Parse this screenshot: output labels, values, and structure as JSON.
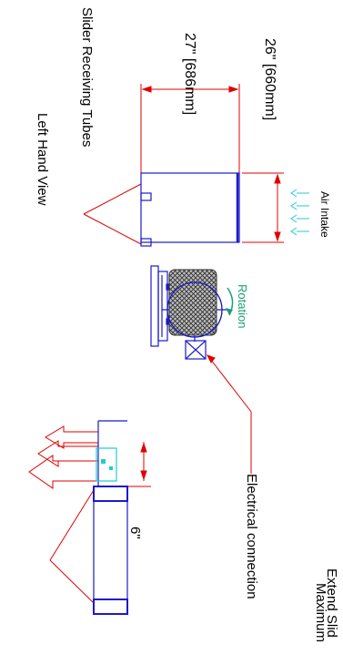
{
  "labels": {
    "width_overall": "26\" [660mm]",
    "width_body": "27\" [686mm]",
    "slider_tubes": "Slider Receiving Tubes",
    "left_view": "Left Hand View",
    "air_intake": "Air Intake",
    "rotation": "Rotation",
    "electrical": "Electrical connection",
    "extend_dim": "6\"",
    "extend_slider_line1": "Extend Slid",
    "extend_slider_line2": "Maximum"
  },
  "colors": {
    "outline": "#1a1acc",
    "dimension": "#e00000",
    "airflow": "#22cccc",
    "rotation": "#1aa070",
    "text": "#000000"
  }
}
